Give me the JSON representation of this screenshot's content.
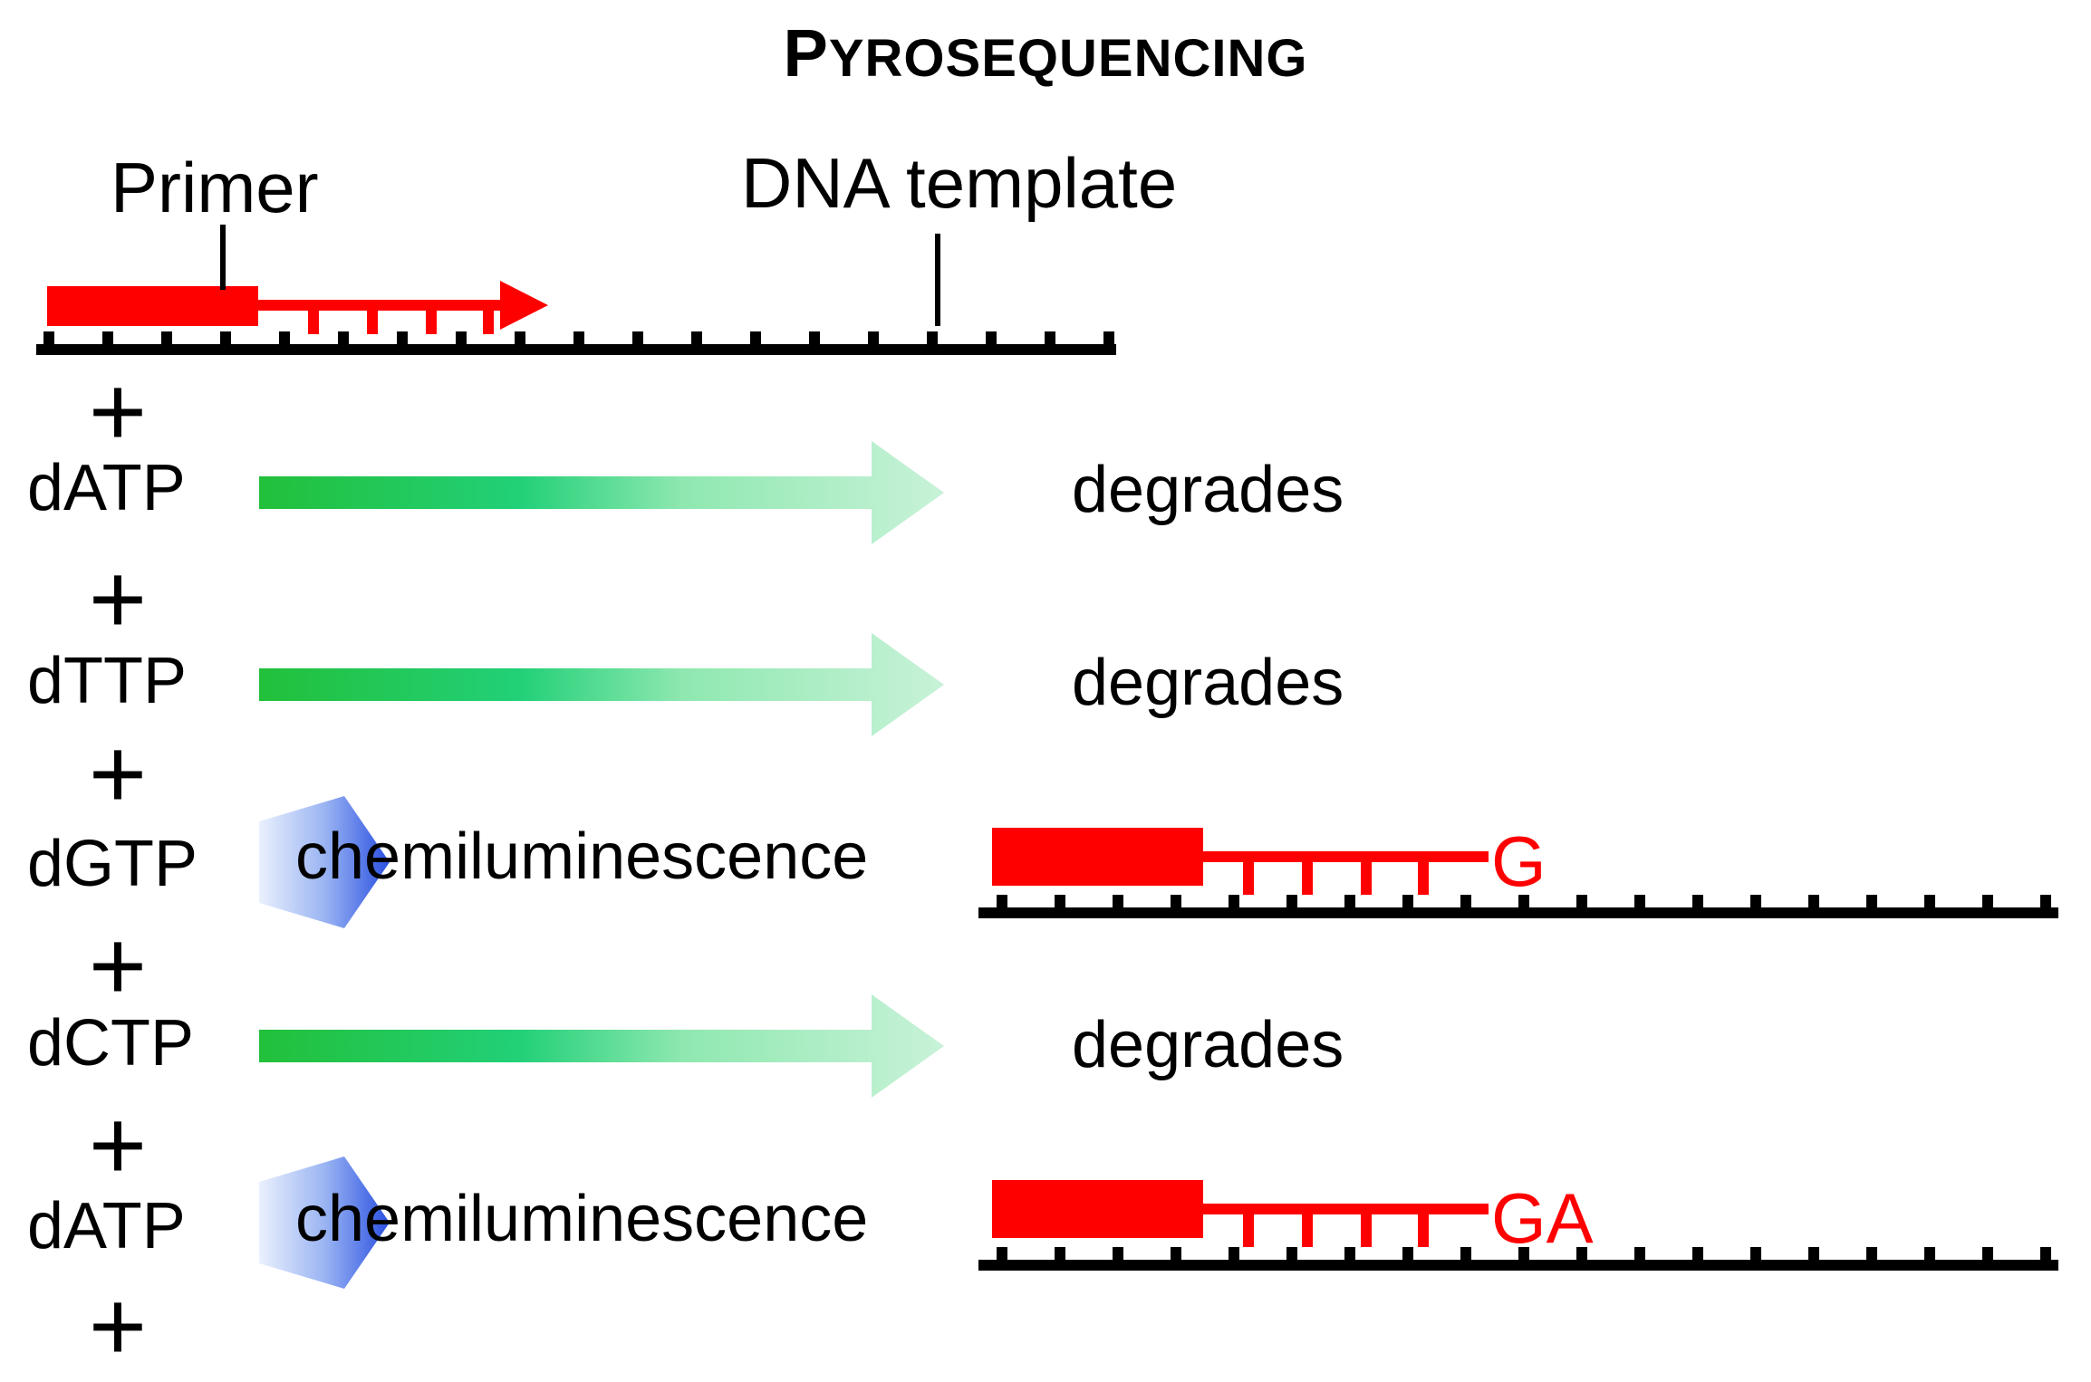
{
  "title": "Pyrosequencing",
  "title_display": {
    "first": "P",
    "rest": "YROSEQUENCING"
  },
  "labels": {
    "primer": "Primer",
    "template": "DNA template"
  },
  "colors": {
    "primer": "#ff0000",
    "strand": "#000000",
    "degrade_arrow": "#22c03a",
    "chemi_arrow": "#2a50e0",
    "added_base": "#ff0000"
  },
  "steps": [
    {
      "plus": "+",
      "nucleotide": "dATP",
      "outcome": "degrades",
      "type": "degrade"
    },
    {
      "plus": "+",
      "nucleotide": "dTTP",
      "outcome": "degrades",
      "type": "degrade"
    },
    {
      "plus": "+",
      "nucleotide": "dGTP",
      "outcome": "chemiluminescence",
      "type": "chemi",
      "added": "G"
    },
    {
      "plus": "+",
      "nucleotide": "dCTP",
      "outcome": "degrades",
      "type": "degrade"
    },
    {
      "plus": "+",
      "nucleotide": "dATP",
      "outcome": "chemiluminescence",
      "type": "chemi",
      "added": "GA"
    }
  ],
  "trailing_plus": "+"
}
